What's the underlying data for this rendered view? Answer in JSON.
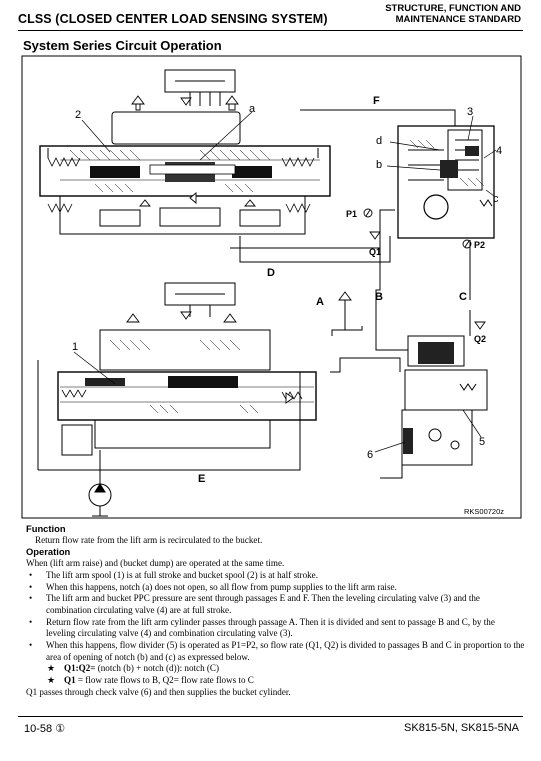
{
  "header": {
    "left_title": "CLSS (CLOSED CENTER LOAD SENSING SYSTEM)",
    "right_line1": "STRUCTURE, FUNCTION AND",
    "right_line2": "MAINTENANCE STANDARD"
  },
  "section_title": "System Series Circuit Operation",
  "diagram": {
    "labels": {
      "a": "a",
      "b": "b",
      "d": "d",
      "c": "c",
      "n1": "1",
      "n2": "2",
      "n3": "3",
      "n4": "4",
      "n5": "5",
      "n6": "6",
      "A": "A",
      "B": "B",
      "C": "C",
      "D": "D",
      "E": "E",
      "F": "F",
      "P1": "P1",
      "P2": "P2",
      "Q1": "Q1",
      "Q2": "Q2",
      "code": "RKS00720z"
    }
  },
  "text": {
    "function_heading": "Function",
    "function_body": "Return flow rate from the lift arm is recirculated to the bucket.",
    "operation_heading": "Operation",
    "operation_intro": "When (lift arm raise) and (bucket dump) are operated at the same time.",
    "bullets": [
      "The lift arm spool (1) is at full stroke and bucket spool (2) is at half stroke.",
      "When this happens, notch (a) does not open, so all flow from pump supplies to the lift arm raise.",
      "The lift arm and bucket PPC pressure are sent through passages E and F. Then the leveling circulating valve (3) and the combination circulating valve (4) are at full stroke.",
      "Return flow rate from the lift arm cylinder passes through passage A. Then it is divided and sent to passage B and C, by the leveling circulating valve (4) and combination circulating valve (3).",
      "When this happens, flow divider (5) is operated as P1=P2, so flow rate (Q1, Q2) is divided to passages B and C in proportion to the area of opening of notch (b) and (c) as expressed below."
    ],
    "star_symbol": "★",
    "formula1_bold": "Q1:Q2=",
    "formula1_rest": "(notch (b) + notch (d)): notch (C)",
    "formula2_bold": "Q1",
    "formula2_rest": "= flow rate flows to B, Q2= flow rate flows to C",
    "closing": "Q1 passes through check valve (6) and then supplies the bucket cylinder."
  },
  "footer": {
    "page": "10-58 ①",
    "models": "SK815-5N, SK815-5NA"
  }
}
